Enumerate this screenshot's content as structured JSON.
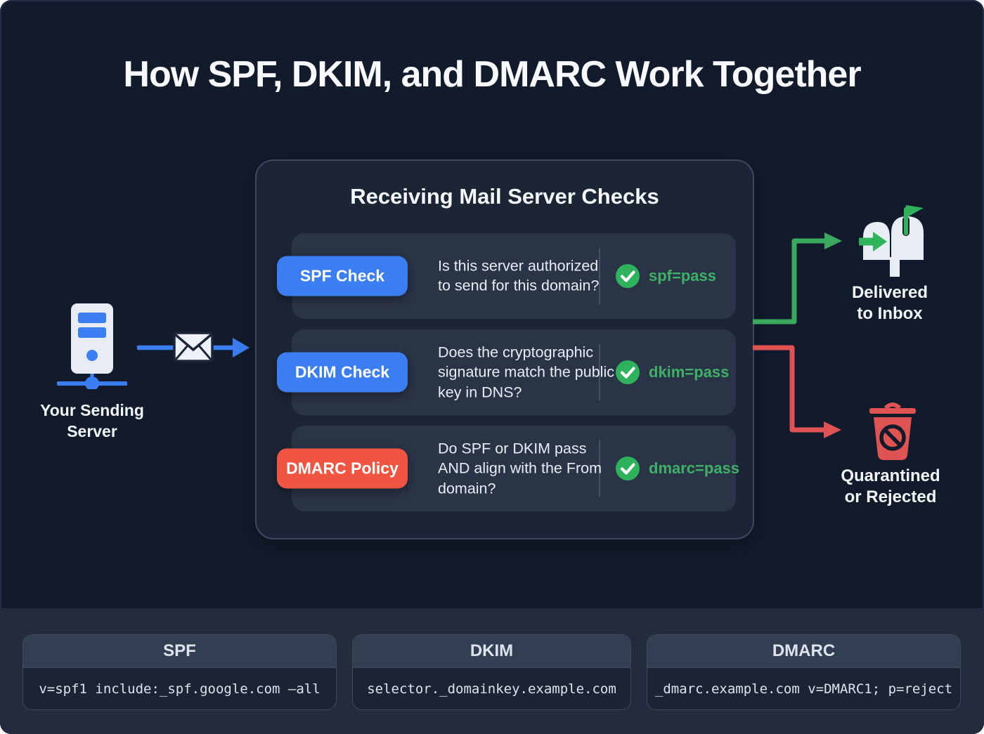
{
  "page": {
    "title": "How SPF, DKIM, and DMARC Work Together"
  },
  "sender": {
    "label": "Your Sending Server"
  },
  "panel": {
    "title": "Receiving Mail Server Checks",
    "checks": [
      {
        "button": "SPF Check",
        "question": "Is this server authorized to send for this domain?",
        "result": "spf=pass"
      },
      {
        "button": "DKIM Check",
        "question": "Does the cryptographic signature match the public key in DNS?",
        "result": "dkim=pass"
      },
      {
        "button": "DMARC Policy",
        "question": "Do SPF or DKIM pass AND align with the From domain?",
        "result": "dmarc=pass"
      }
    ]
  },
  "outcomes": {
    "pass": {
      "label": "Delivered to Inbox"
    },
    "fail": {
      "label": "Quarantined or Rejected"
    }
  },
  "records": [
    {
      "name": "SPF",
      "value": "v=spf1 include:_spf.google.com –all"
    },
    {
      "name": "DKIM",
      "value": "selector._domainkey.example.com"
    },
    {
      "name": "DMARC",
      "value": "_dmarc.example.com v=DMARC1; p=reject"
    }
  ],
  "colors": {
    "bg": "#121b2b",
    "footer_bg": "#222c3e",
    "panel_bg": "#1c2535",
    "row_bg": "#2a3447",
    "blue": "#3b7ef2",
    "orange": "#ef5540",
    "green": "#2eb25b",
    "green_text": "#3fb066",
    "green_arrow": "#3aa95e",
    "red_arrow": "#e05353",
    "icon_light": "#e8edf5"
  }
}
